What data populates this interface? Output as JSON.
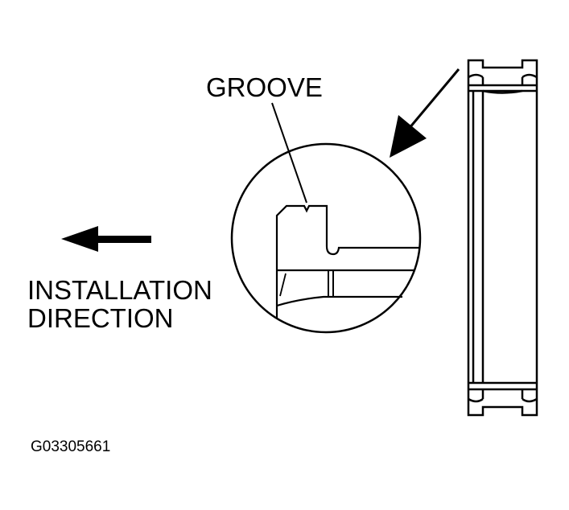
{
  "labels": {
    "groove": "GROOVE",
    "installation": "INSTALLATION",
    "direction": "DIRECTION",
    "figure_id": "G03305661"
  },
  "colors": {
    "line": "#000000",
    "background": "#ffffff"
  },
  "icons": {
    "direction_arrow": "left-arrow-icon",
    "view_arrow": "down-left-arrow-icon"
  }
}
